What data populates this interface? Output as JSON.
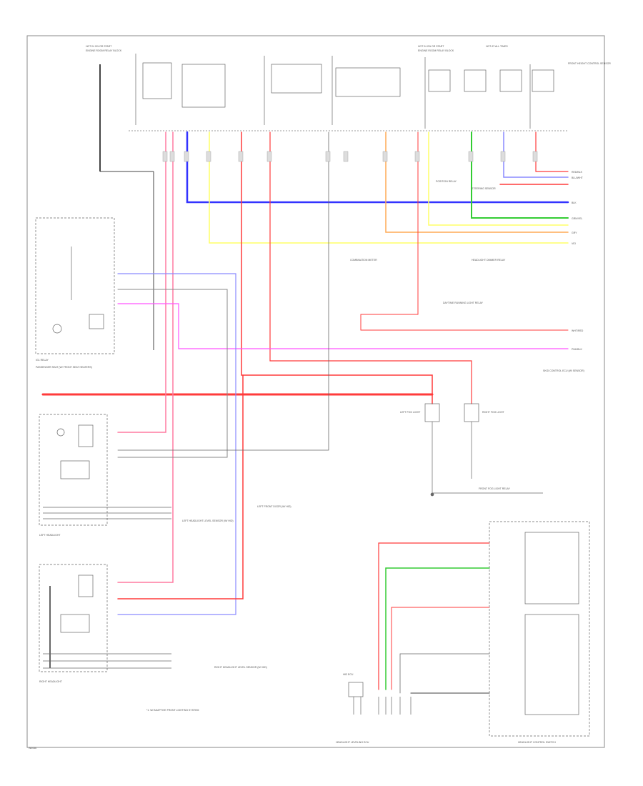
{
  "diagram": {
    "footer_code": "W0056",
    "footnote": "*1: W/ ADAPTIVE FRONT LIGHTING SYSTEM",
    "left_labels": {
      "passenger_seat": "PASSENGER SEAT (W/ FRONT SEAT HEATERS)",
      "left_headlight": "LEFT HEADLIGHT",
      "right_headlight": "RIGHT HEADLIGHT",
      "left_level_sensor": "LEFT HEADLIGHT LEVEL SENSOR (W/ HID)",
      "right_level_sensor": "RIGHT HEADLIGHT LEVEL SENSOR (W/ HID)",
      "left_front_door": "LEFT FRONT DOOR (W/ HID)",
      "relay": "IG1 RELAY"
    },
    "top_labels": {
      "hot_in_on_left": "HOT IN ON OR START",
      "hot_in_on_right": "HOT IN ON OR START",
      "hot_at_all_times": "HOT AT ALL TIMES",
      "engine_room_left": "ENGINE ROOM RELAY BLOCK",
      "engine_room_right": "ENGINE ROOM RELAY BLOCK"
    },
    "right_labels": {
      "skid_control": "SKID CONTROL ECU (W/ SENSOR)",
      "combination_meter": "COMBINATION METER",
      "dimmer_relay": "HEADLIGHT DIMMER RELAY",
      "left_fog": "LEFT FOG LIGHT",
      "right_fog": "RIGHT FOG LIGHT",
      "front_fog_relay": "FRONT FOG LIGHT RELAY",
      "headlight_leveling": "HEADLIGHT LEVELING ECU",
      "position_relay": "POSITION RELAY",
      "hid_ecu": "HID ECU",
      "steering_sensor": "STEERING SENSOR",
      "headlight_control": "HEADLIGHT CONTROL SWITCH",
      "front_sensor": "FRONT HEIGHT CONTROL SENSOR",
      "daytime_running": "DAYTIME RUNNING LIGHT RELAY"
    },
    "connector_labels": [
      "RED/BLK",
      "BLU/WHT",
      "GRN/YEL",
      "PNK/BLK",
      "WHT/RED",
      "BLK",
      "GRY",
      "VIO"
    ],
    "colors": {
      "frame": "#777777",
      "red": "#ff3b3b",
      "pink": "#ff7aa0",
      "blue": "#3333ff",
      "lightblue": "#8a8aff",
      "green": "#33cc33",
      "yellow": "#ffff66",
      "orange": "#ffaa55",
      "magenta": "#ff55ff",
      "gray": "#888888",
      "dark": "#444444"
    }
  }
}
